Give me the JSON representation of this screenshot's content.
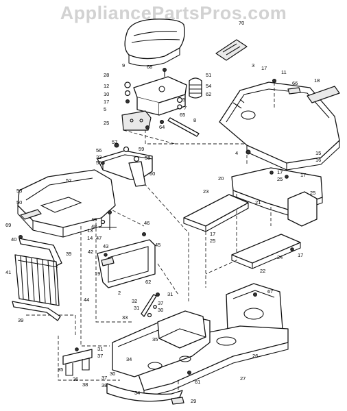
{
  "watermark": "AppliancePartsPros.com",
  "callouts": [
    {
      "id": "70",
      "n": "70"
    },
    {
      "id": "9",
      "n": "9"
    },
    {
      "id": "68",
      "n": "68"
    },
    {
      "id": "28",
      "n": "28"
    },
    {
      "id": "12",
      "n": "12"
    },
    {
      "id": "10",
      "n": "10"
    },
    {
      "id": "17a",
      "n": "17"
    },
    {
      "id": "5a",
      "n": "5"
    },
    {
      "id": "25a",
      "n": "25"
    },
    {
      "id": "64",
      "n": "64"
    },
    {
      "id": "51",
      "n": "51"
    },
    {
      "id": "54",
      "n": "54"
    },
    {
      "id": "62a",
      "n": "62"
    },
    {
      "id": "5b",
      "n": "5"
    },
    {
      "id": "7",
      "n": "7"
    },
    {
      "id": "65",
      "n": "65"
    },
    {
      "id": "8",
      "n": "8"
    },
    {
      "id": "3",
      "n": "3"
    },
    {
      "id": "17b",
      "n": "17"
    },
    {
      "id": "11",
      "n": "11"
    },
    {
      "id": "66",
      "n": "66"
    },
    {
      "id": "18",
      "n": "18"
    },
    {
      "id": "15",
      "n": "15"
    },
    {
      "id": "16",
      "n": "16"
    },
    {
      "id": "4",
      "n": "4"
    },
    {
      "id": "57",
      "n": "57"
    },
    {
      "id": "56",
      "n": "56"
    },
    {
      "id": "59",
      "n": "59"
    },
    {
      "id": "33a",
      "n": "33"
    },
    {
      "id": "55",
      "n": "55"
    },
    {
      "id": "58",
      "n": "58"
    },
    {
      "id": "60",
      "n": "60"
    },
    {
      "id": "52",
      "n": "52"
    },
    {
      "id": "53",
      "n": "53"
    },
    {
      "id": "50",
      "n": "50"
    },
    {
      "id": "69",
      "n": "69"
    },
    {
      "id": "13",
      "n": "13"
    },
    {
      "id": "14",
      "n": "14"
    },
    {
      "id": "49",
      "n": "49"
    },
    {
      "id": "48",
      "n": "48"
    },
    {
      "id": "47",
      "n": "47"
    },
    {
      "id": "40",
      "n": "40"
    },
    {
      "id": "39a",
      "n": "39"
    },
    {
      "id": "41",
      "n": "41"
    },
    {
      "id": "46",
      "n": "46"
    },
    {
      "id": "43",
      "n": "43"
    },
    {
      "id": "42",
      "n": "42"
    },
    {
      "id": "45",
      "n": "45"
    },
    {
      "id": "19",
      "n": "19"
    },
    {
      "id": "62b",
      "n": "62"
    },
    {
      "id": "2",
      "n": "2"
    },
    {
      "id": "44",
      "n": "44"
    },
    {
      "id": "20",
      "n": "20"
    },
    {
      "id": "17c",
      "n": "17"
    },
    {
      "id": "25b",
      "n": "25"
    },
    {
      "id": "17d",
      "n": "17"
    },
    {
      "id": "23",
      "n": "23"
    },
    {
      "id": "21",
      "n": "21"
    },
    {
      "id": "25c",
      "n": "25"
    },
    {
      "id": "17e",
      "n": "17"
    },
    {
      "id": "25d",
      "n": "25"
    },
    {
      "id": "24",
      "n": "24"
    },
    {
      "id": "17f",
      "n": "17"
    },
    {
      "id": "22",
      "n": "22"
    },
    {
      "id": "31a",
      "n": "31"
    },
    {
      "id": "32",
      "n": "32"
    },
    {
      "id": "31b",
      "n": "31"
    },
    {
      "id": "37a",
      "n": "37"
    },
    {
      "id": "30a",
      "n": "30"
    },
    {
      "id": "67",
      "n": "67"
    },
    {
      "id": "33b",
      "n": "33"
    },
    {
      "id": "35a",
      "n": "35"
    },
    {
      "id": "31c",
      "n": "31"
    },
    {
      "id": "34a",
      "n": "34"
    },
    {
      "id": "26",
      "n": "26"
    },
    {
      "id": "37b",
      "n": "37"
    },
    {
      "id": "30b",
      "n": "30"
    },
    {
      "id": "36",
      "n": "36"
    },
    {
      "id": "38a",
      "n": "38"
    },
    {
      "id": "35b",
      "n": "35"
    },
    {
      "id": "37c",
      "n": "37"
    },
    {
      "id": "38b",
      "n": "38"
    },
    {
      "id": "34b",
      "n": "34"
    },
    {
      "id": "61",
      "n": "61"
    },
    {
      "id": "27",
      "n": "27"
    },
    {
      "id": "29",
      "n": "29"
    },
    {
      "id": "39b",
      "n": "39"
    }
  ]
}
